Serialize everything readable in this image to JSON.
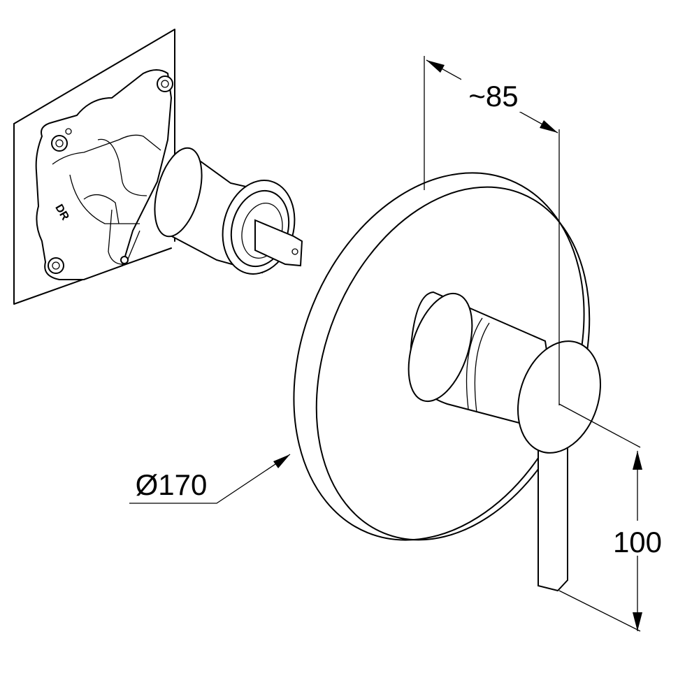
{
  "dimensions": {
    "depth": "~85",
    "diameter": "Ø170",
    "lever_height": "100"
  },
  "body_marking": "DR"
}
